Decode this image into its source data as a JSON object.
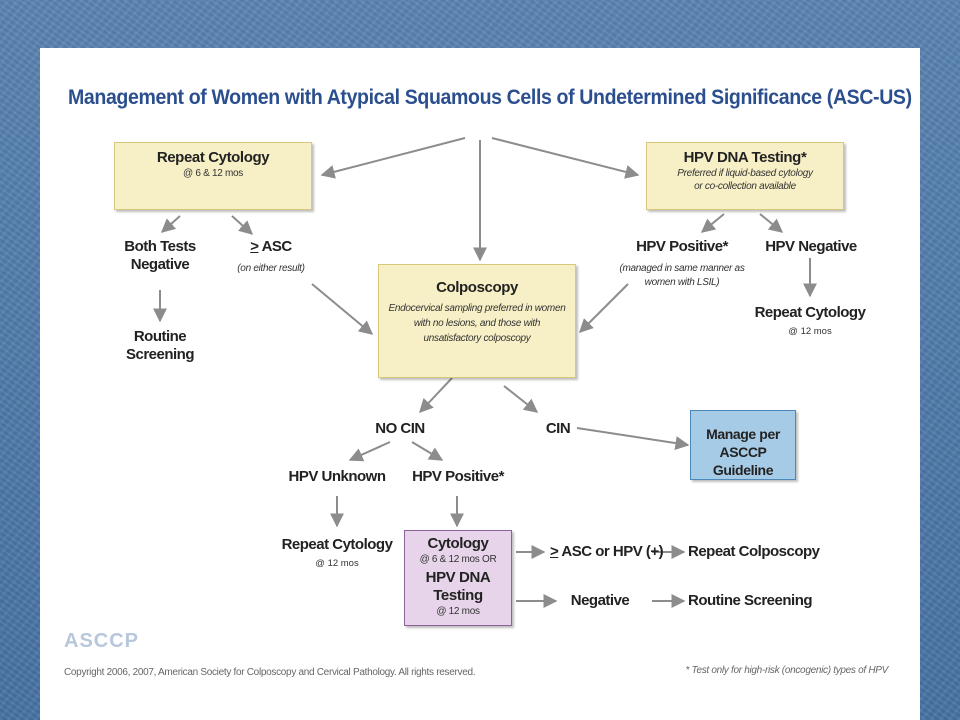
{
  "title": "Management of Women with Atypical Squamous Cells of Undetermined Significance (ASC-US)",
  "repeat_cytology_box": {
    "title": "Repeat Cytology",
    "sub": "@ 6 & 12 mos"
  },
  "hpv_testing_box": {
    "title": "HPV DNA Testing*",
    "sub_line1": "Preferred if liquid-based cytology",
    "sub_line2": "or co-collection available"
  },
  "both_tests_negative": {
    "line1": "Both Tests",
    "line2": "Negative"
  },
  "asc": {
    "symbol": ">",
    "label": " ASC",
    "note": "(on either result)"
  },
  "routine_screening_left": {
    "line1": "Routine",
    "line2": "Screening"
  },
  "colposcopy_box": {
    "title": "Colposcopy",
    "sub_line1": "Endocervical sampling preferred in women",
    "sub_line2": "with no lesions, and those with",
    "sub_line3": "unsatisfactory colposcopy"
  },
  "hpv_positive_top": {
    "label": "HPV Positive*",
    "note_line1": "(managed in same manner as",
    "note_line2": "women with LSIL)"
  },
  "hpv_negative": {
    "label": "HPV Negative"
  },
  "repeat_cytology_right": {
    "label": "Repeat Cytology",
    "sub": "@ 12 mos"
  },
  "no_cin": {
    "label": "NO CIN"
  },
  "cin": {
    "label": "CIN"
  },
  "manage_box": {
    "line1": "Manage per",
    "line2": "ASCCP Guideline"
  },
  "hpv_unknown": {
    "label": "HPV Unknown"
  },
  "hpv_positive_bottom": {
    "label": "HPV Positive*"
  },
  "repeat_cytology_bottom": {
    "label": "Repeat Cytology",
    "sub": "@ 12 mos"
  },
  "followup_box": {
    "title1": "Cytology",
    "sub1": "@ 6 & 12 mos OR",
    "title2": "HPV DNA Testing",
    "sub2": "@ 12 mos"
  },
  "asc_or_hpv": {
    "symbol": ">",
    "label": " ASC or HPV (+)"
  },
  "repeat_colposcopy": {
    "label": "Repeat Colposcopy"
  },
  "negative": {
    "label": "Negative"
  },
  "routine_screening_bottom": {
    "label": "Routine Screening"
  },
  "logo_text": "ASCCP",
  "copyright": "Copyright 2006, 2007, American Society for Colposcopy and Cervical Pathology. All rights reserved.",
  "footnote": "* Test only for high-risk (oncogenic) types of HPV",
  "colors": {
    "arrow": "#8c8c8c",
    "title": "#2b4f8e",
    "yellow_box": "#f7f0c6",
    "blue_box": "#a6cbe6",
    "purple_box": "#e7d4ea"
  }
}
